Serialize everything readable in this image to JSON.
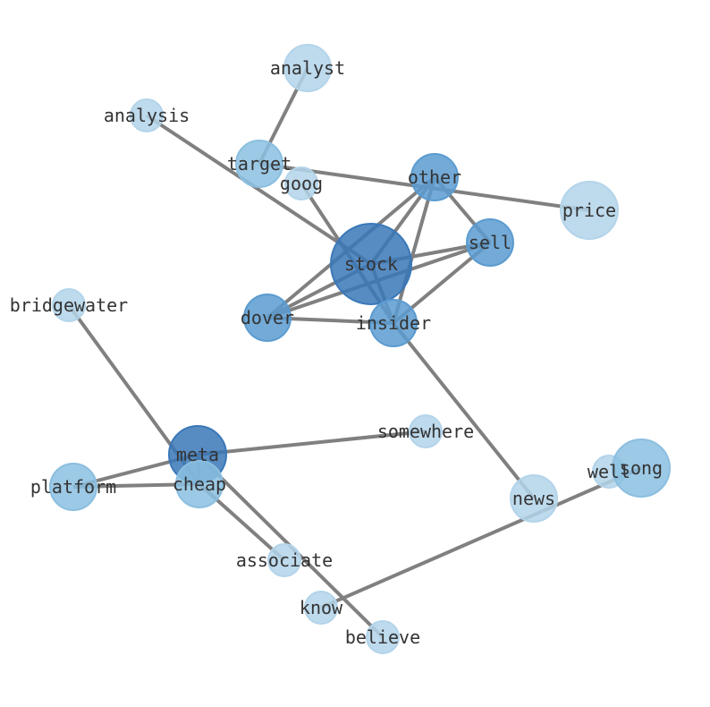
{
  "nodes": [
    "stock",
    "other",
    "sell",
    "insider",
    "dover",
    "target",
    "goog",
    "analyst",
    "analysis",
    "price",
    "bridgewater",
    "meta",
    "cheap",
    "platform",
    "somewhere",
    "associate",
    "know",
    "believe",
    "news",
    "well",
    "song"
  ],
  "edges": [
    [
      "analyst",
      "target"
    ],
    [
      "analysis",
      "stock"
    ],
    [
      "target",
      "price"
    ],
    [
      "goog",
      "insider"
    ],
    [
      "other",
      "stock"
    ],
    [
      "other",
      "dover"
    ],
    [
      "other",
      "insider"
    ],
    [
      "other",
      "sell"
    ],
    [
      "stock",
      "sell"
    ],
    [
      "stock",
      "dover"
    ],
    [
      "stock",
      "insider"
    ],
    [
      "sell",
      "dover"
    ],
    [
      "sell",
      "insider"
    ],
    [
      "dover",
      "insider"
    ],
    [
      "insider",
      "news"
    ],
    [
      "bridgewater",
      "cheap"
    ],
    [
      "meta",
      "platform"
    ],
    [
      "platform",
      "cheap"
    ],
    [
      "meta",
      "cheap"
    ],
    [
      "meta",
      "somewhere"
    ],
    [
      "cheap",
      "associate"
    ],
    [
      "meta",
      "believe"
    ],
    [
      "know",
      "song"
    ]
  ],
  "colors": {
    "edge": "#808080",
    "dark": "#3a78b8",
    "mid": "#5b9bd0",
    "light": "#8bbfe0",
    "pale": "#b3d4ea"
  }
}
